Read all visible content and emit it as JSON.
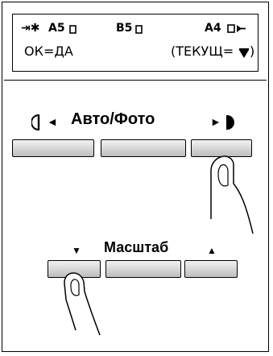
{
  "display": {
    "row1": {
      "left_icon": "left-arrow-asterisk-icon",
      "left_symbol": "⇥✱",
      "a5_label": "A5",
      "b5_label": "B5",
      "a4_label": "A4",
      "paper_icon": "small-paper-icon",
      "right_icon": "paper-arrow-icon"
    },
    "row2": {
      "ok_text": "ОК=ДА",
      "current_text": "(ТЕКУЩ=",
      "current_icon": "down-triangle-icon",
      "current_close": ")"
    }
  },
  "panel1": {
    "label": "Авто/Фото",
    "left_symbol_icon": "lighter-contrast-icon",
    "left_arrow": "◄",
    "right_arrow": "►",
    "right_symbol_icon": "darker-contrast-icon",
    "pressed_button": "right"
  },
  "panel2": {
    "label": "Масштаб",
    "down_arrow": "▼",
    "up_arrow": "▲",
    "pressed_button": "left"
  }
}
